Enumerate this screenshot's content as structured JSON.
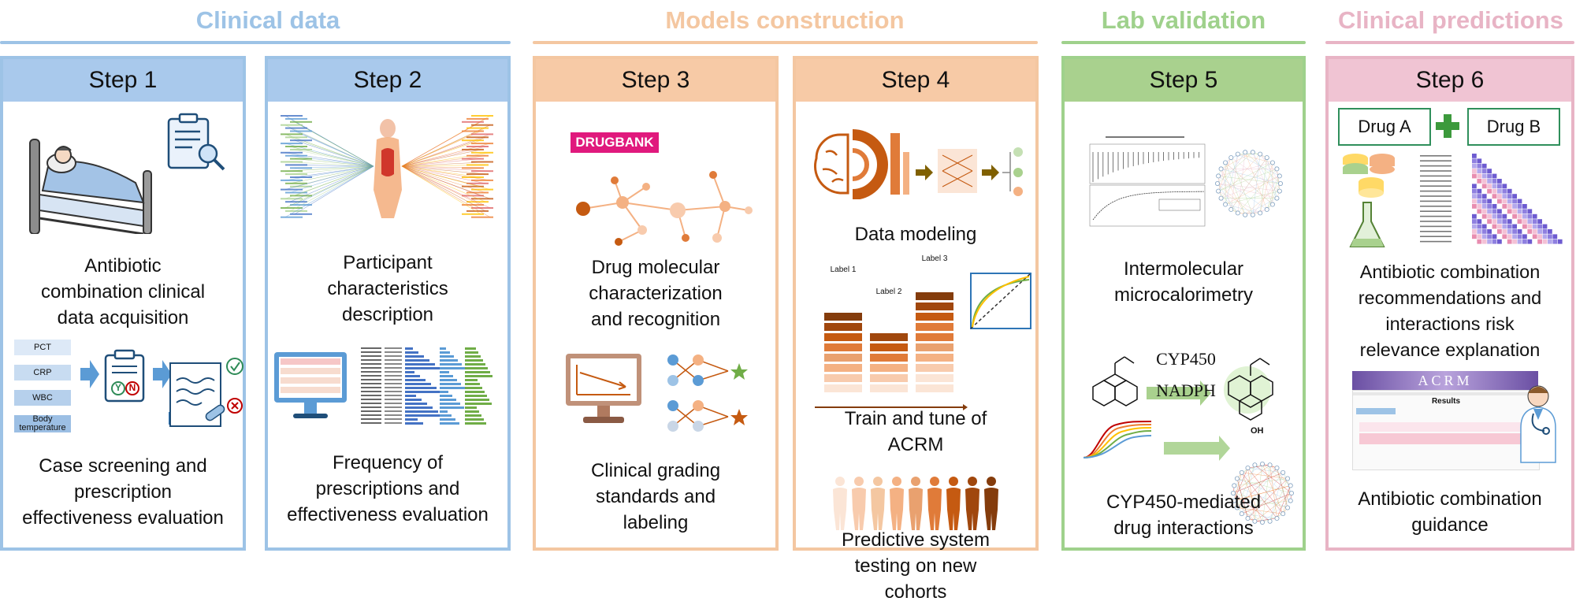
{
  "sections": [
    {
      "title": "Clinical data",
      "color": "#9dc3e6"
    },
    {
      "title": "Models construction",
      "color": "#f4c7a1"
    },
    {
      "title": "Lab validation",
      "color": "#9fd18c"
    },
    {
      "title": "Clinical predictions",
      "color": "#e8b4c5"
    }
  ],
  "steps": [
    {
      "label": "Step 1",
      "captions": [
        "Antibiotic\ncombination  clinical\ndata acquisition",
        "Case screening and\nprescription\neffectiveness evaluation"
      ]
    },
    {
      "label": "Step 2",
      "captions": [
        "Participant\ncharacteristics\ndescription",
        "Frequency of\nprescriptions and\neffectiveness evaluation"
      ]
    },
    {
      "label": "Step 3",
      "captions": [
        "Drug molecular\ncharacterization\nand recognition",
        "Clinical grading\nstandards and\nlabeling"
      ]
    },
    {
      "label": "Step 4",
      "captions": [
        "Data modeling",
        "Train and tune of\nACRM",
        "Predictive system\ntesting on new\ncohorts"
      ]
    },
    {
      "label": "Step 5",
      "captions": [
        "Intermolecular\nmicrocalorimetry",
        "CYP450-mediated\ndrug interactions"
      ]
    },
    {
      "label": "Step 6",
      "captions": [
        "Antibiotic combination\nrecommendations and\ninteractions risk\nrelevance explanation",
        "Antibiotic combination\nguidance"
      ]
    }
  ],
  "step1_tags": {
    "pct": "PCT",
    "crp": "CRP",
    "wbc": "WBC",
    "temp": "Body\ntemperature",
    "prescription": "prescription",
    "y": "Y",
    "n": "N"
  },
  "step3_logo": "DRUGBANK",
  "step4_labels": {
    "label1": "Label 1",
    "label2": "Label 2",
    "label3": "Label 3"
  },
  "step5_reaction": {
    "enzyme": "CYP450",
    "cofactor": "NADPH",
    "oh": "OH"
  },
  "step6": {
    "drug_a": "Drug A",
    "drug_b": "Drug B",
    "acrm": "ACRM",
    "results": "Results"
  }
}
